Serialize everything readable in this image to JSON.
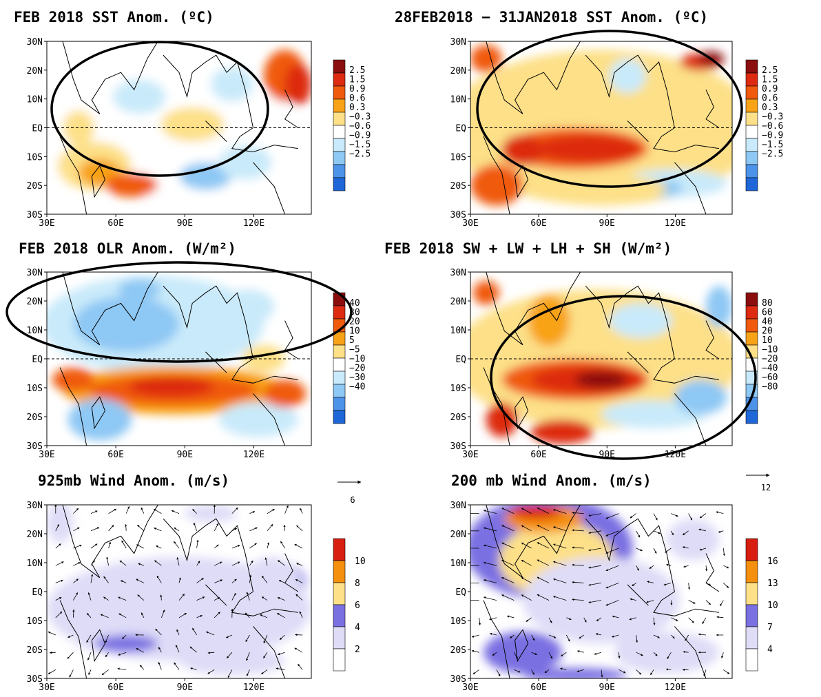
{
  "colors": {
    "dark_red": "#8b0d0d",
    "red": "#dd2a10",
    "orange_red": "#f05a0c",
    "orange": "#f8a218",
    "yellow": "#fde088",
    "white": "#ffffff",
    "light_blue": "#c9eafa",
    "sky_blue": "#8ec8f4",
    "blue": "#4d93ea",
    "deep_blue": "#1f66d8",
    "wind_light": "#dedcf7",
    "wind_violet": "#7a70e2",
    "wind_yellow": "#fde088",
    "wind_orange": "#f4900e",
    "wind_red": "#d81e10"
  },
  "panels": [
    {
      "title": "FEB 2018 SST Anom. (ºC)",
      "colorbar": [
        "2.5",
        "1.5",
        "0.9",
        "0.6",
        "0.3",
        "−0.3",
        "−0.6",
        "−0.9",
        "−1.5",
        "−2.5"
      ],
      "x_ticks": [
        "30E",
        "60E",
        "90E",
        "120E"
      ],
      "y_ticks": [
        "30N",
        "20N",
        "10N",
        "EQ",
        "10S",
        "20S",
        "30S"
      ],
      "highlight_ellipse": true
    },
    {
      "title": "28FEB2018 − 31JAN2018 SST Anom. (ºC)",
      "colorbar": [
        "2.5",
        "1.5",
        "0.9",
        "0.6",
        "0.3",
        "−0.3",
        "−0.6",
        "−0.9",
        "−1.5",
        "−2.5"
      ],
      "x_ticks": [
        "30E",
        "60E",
        "90E",
        "120E"
      ],
      "y_ticks": [
        "30N",
        "20N",
        "10N",
        "EQ",
        "10S",
        "20S",
        "30S"
      ],
      "highlight_ellipse": true
    },
    {
      "title": "FEB 2018 OLR Anom. (W/m²)",
      "colorbar": [
        "40",
        "30",
        "20",
        "10",
        "5",
        "−5",
        "−10",
        "−20",
        "−30",
        "−40"
      ],
      "x_ticks": [
        "30E",
        "60E",
        "90E",
        "120E"
      ],
      "y_ticks": [
        "30N",
        "20N",
        "10N",
        "EQ",
        "10S",
        "20S",
        "30S"
      ],
      "highlight_ellipse": true
    },
    {
      "title": "FEB 2018 SW + LW + LH + SH (W/m²)",
      "colorbar": [
        "80",
        "60",
        "40",
        "20",
        "10",
        "−10",
        "−20",
        "−40",
        "−60",
        "−80"
      ],
      "x_ticks": [
        "30E",
        "60E",
        "90E",
        "120E"
      ],
      "y_ticks": [
        "30N",
        "20N",
        "10N",
        "EQ",
        "10S",
        "20S",
        "30S"
      ],
      "highlight_ellipse": true
    },
    {
      "title": "925mb Wind Anom. (m/s)",
      "colorbar": [
        "10",
        "8",
        "6",
        "4",
        "2"
      ],
      "reference_vector": "6",
      "x_ticks": [
        "30E",
        "60E",
        "90E",
        "120E"
      ],
      "y_ticks": [
        "30N",
        "20N",
        "10N",
        "EQ",
        "10S",
        "20S",
        "30S"
      ],
      "highlight_ellipse": false
    },
    {
      "title": "200 mb Wind Anom. (m/s)",
      "colorbar": [
        "16",
        "13",
        "10",
        "7",
        "4"
      ],
      "reference_vector": "12",
      "x_ticks": [
        "30E",
        "60E",
        "90E",
        "120E"
      ],
      "y_ticks": [
        "30N",
        "20N",
        "10N",
        "EQ",
        "10S",
        "20S",
        "30S"
      ],
      "highlight_ellipse": false
    }
  ]
}
